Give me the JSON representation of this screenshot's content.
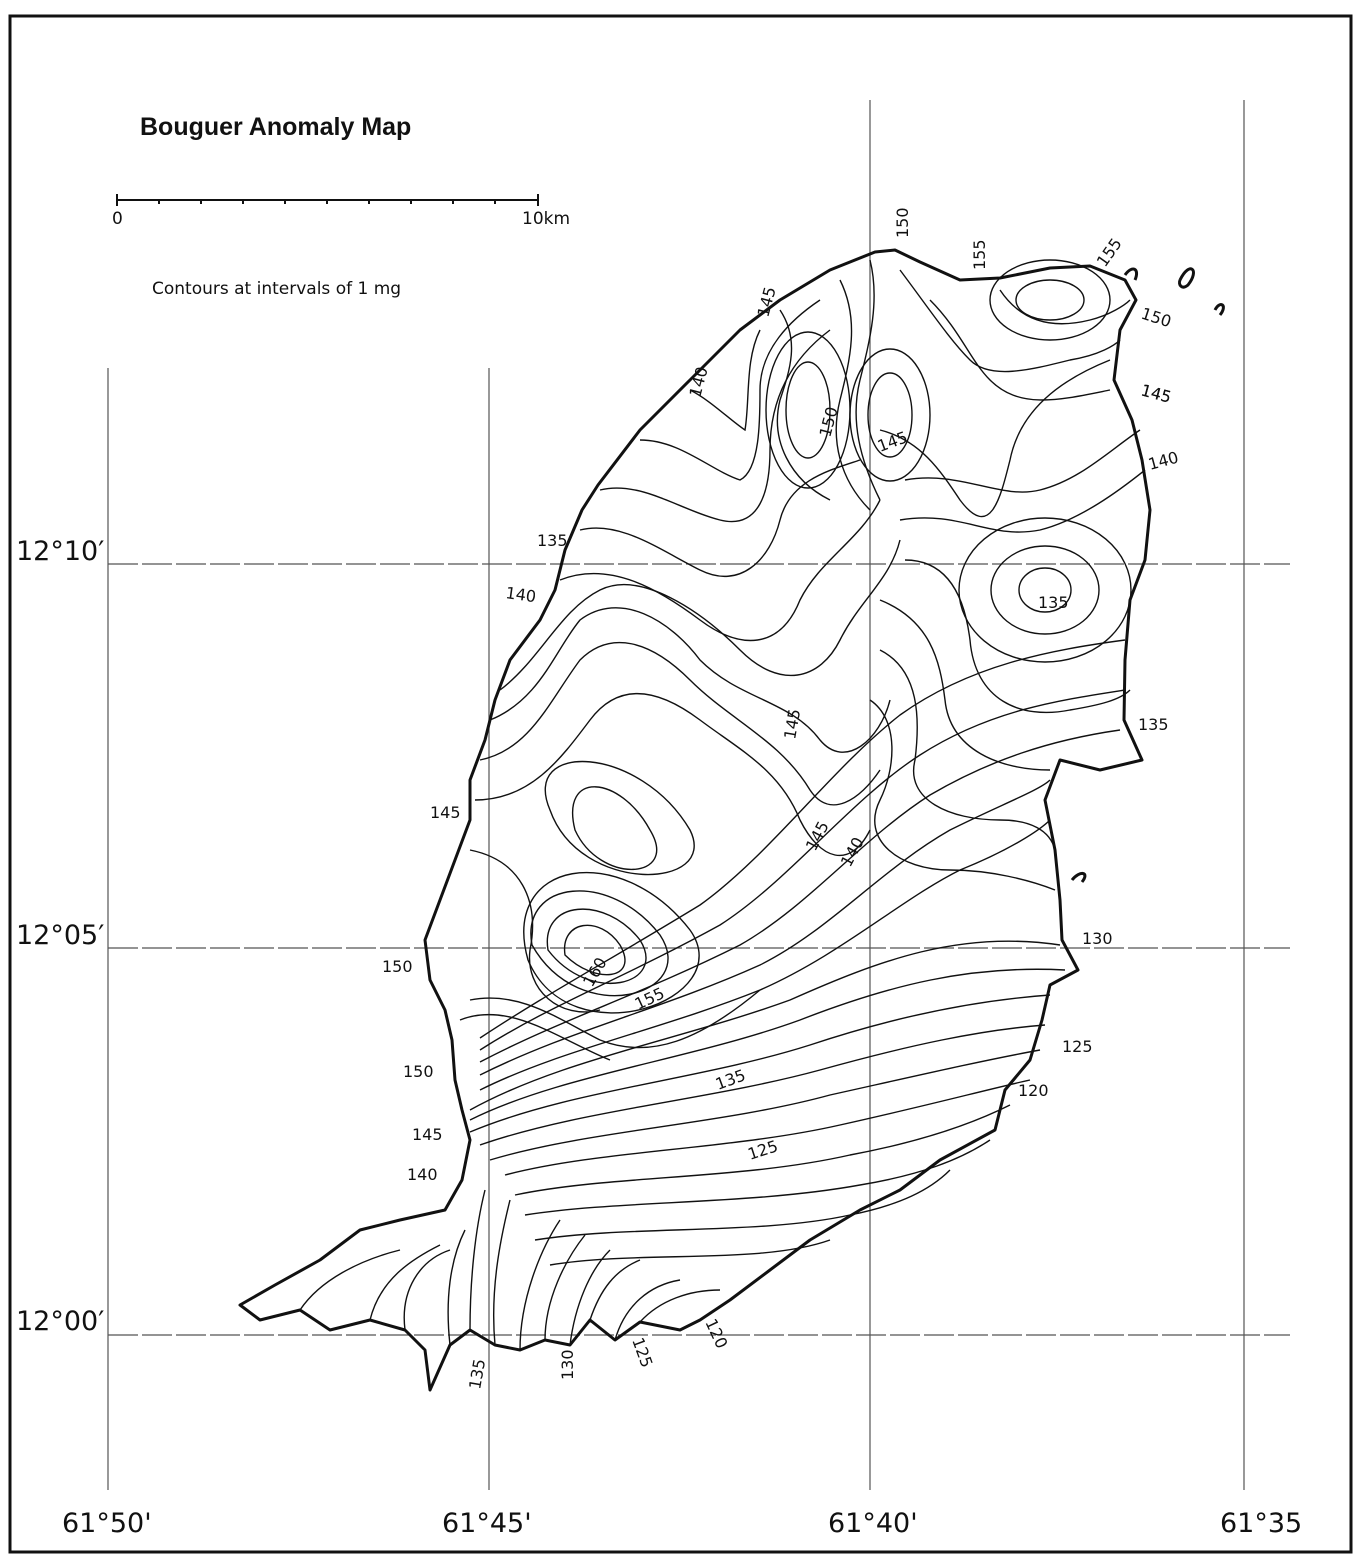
{
  "map": {
    "title": "Bouguer Anomaly Map",
    "scale": {
      "start_label": "0",
      "end_label": "10km"
    },
    "note": "Contours at  intervals of  1 mg",
    "latitude_labels": [
      "12°10′",
      "12°05′",
      "12°00′"
    ],
    "longitude_labels": [
      "61°50'",
      "61°45'",
      "61°40'",
      "61°35"
    ],
    "contour_labels": [
      "150",
      "155",
      "155",
      "150",
      "145",
      "145",
      "140",
      "150",
      "145",
      "145",
      "140",
      "135",
      "140",
      "135",
      "135",
      "145",
      "145",
      "145",
      "140",
      "130",
      "150",
      "160",
      "155",
      "150",
      "135",
      "125",
      "145",
      "120",
      "140",
      "125",
      "135",
      "130",
      "125",
      "120"
    ],
    "colors": {
      "ink": "#111111",
      "grid": "#555555",
      "background": "#ffffff"
    }
  }
}
